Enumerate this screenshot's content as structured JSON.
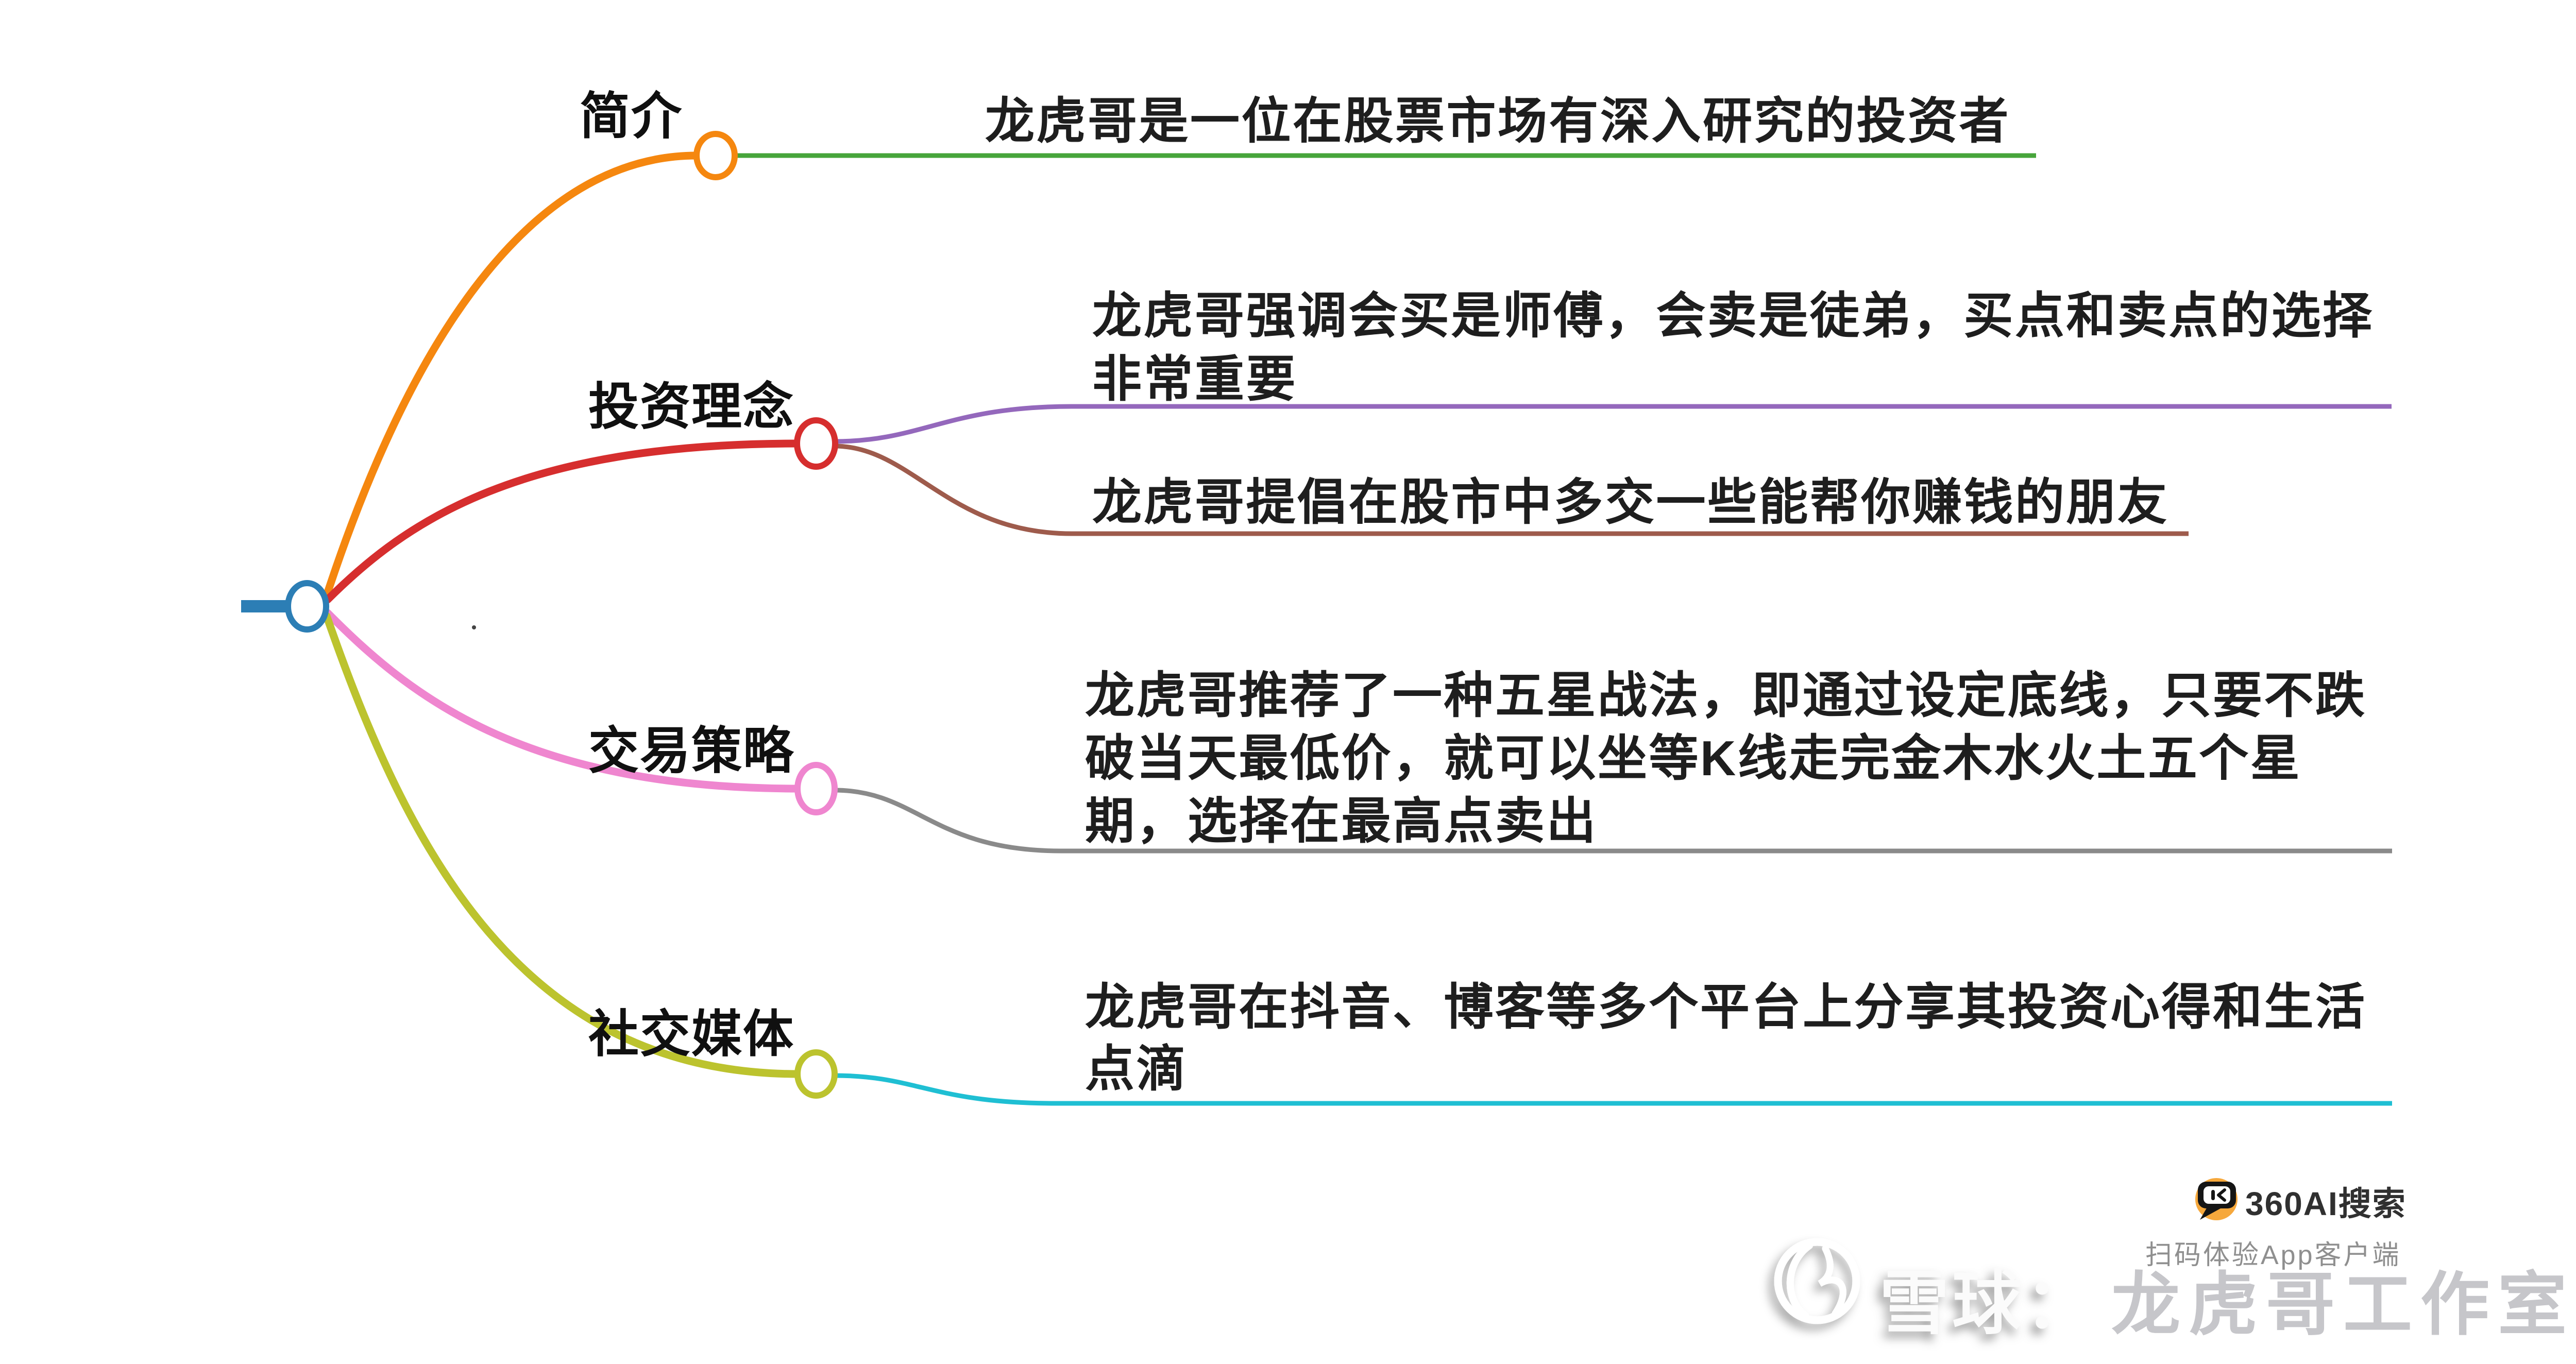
{
  "mindmap": {
    "center": {
      "color": "#2C7EB5"
    },
    "branches": [
      {
        "label": "简介",
        "color": "#F5870F",
        "children": [
          {
            "line_color": "#47A53B",
            "lines": [
              "龙虎哥是一位在股票市场有深入研究的投资者"
            ]
          }
        ]
      },
      {
        "label": "投资理念",
        "color": "#D62E2E",
        "children": [
          {
            "line_color": "#9468BC",
            "lines": [
              "龙虎哥强调会买是师傅，会卖是徒弟，买点和卖点的选择",
              "非常重要"
            ]
          },
          {
            "line_color": "#9E5B4C",
            "lines": [
              "龙虎哥提倡在股市中多交一些能帮你赚钱的朋友"
            ]
          }
        ]
      },
      {
        "label": "交易策略",
        "color": "#EF86CF",
        "children": [
          {
            "line_color": "#8A8A8A",
            "lines": [
              "龙虎哥推荐了一种五星战法，即通过设定底线，只要不跌",
              "破当天最低价，就可以坐等K线走完金木水火土五个星",
              "期，选择在最高点卖出"
            ]
          }
        ]
      },
      {
        "label": "社交媒体",
        "color": "#BCC32E",
        "children": [
          {
            "line_color": "#1FBFD3",
            "lines": [
              "龙虎哥在抖音、博客等多个平台上分享其投资心得和生活",
              "点滴"
            ]
          }
        ]
      }
    ]
  },
  "footer": {
    "brand_name": "360AI搜索",
    "brand_color": "#F6A83C",
    "scan_hint": "扫码体验App客户端",
    "watermark_prefix": "雪球：",
    "watermark_name": "龙虎哥工作室"
  }
}
